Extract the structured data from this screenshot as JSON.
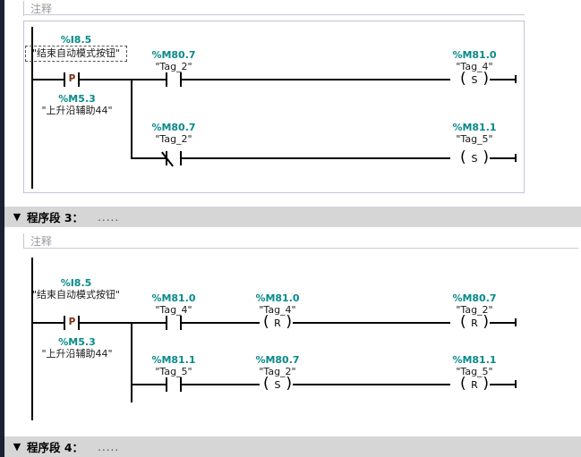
{
  "app": {
    "language": "zh-CN",
    "editor": "ladder-logic-editor"
  },
  "colors": {
    "tag_address": "#088a8a",
    "tag_name": "#1a1a1a",
    "header_bar": "#d6d6d6",
    "selected_network_border": "#c3c3dd",
    "gutter": "#1b2033",
    "p_contact_marker": "#7a2f13",
    "comment_placeholder": "#9a9a9a"
  },
  "icons": {
    "collapse": "▼"
  },
  "comment_placeholder": "注释",
  "networks": [
    {
      "id": "network-2",
      "header_visible": false,
      "selected": true,
      "comment": "注释",
      "rungs": [
        {
          "id": "rung-1",
          "elements": [
            {
              "kind": "contact-p",
              "marker": "P",
              "address": "%I8.5",
              "tag": "\"结束自动模式按钮\"",
              "selected": true,
              "below_address": "%M5.3",
              "below_tag": "\"上升沿辅助44\""
            },
            {
              "kind": "contact-no",
              "address": "%M80.7",
              "tag": "\"Tag_2\""
            },
            {
              "kind": "coil-set",
              "marker": "S",
              "address": "%M81.0",
              "tag": "\"Tag_4\""
            }
          ]
        },
        {
          "id": "rung-2",
          "elements": [
            {
              "kind": "contact-nc",
              "address": "%M80.7",
              "tag": "\"Tag_2\""
            },
            {
              "kind": "coil-set",
              "marker": "S",
              "address": "%M81.1",
              "tag": "\"Tag_5\""
            }
          ]
        }
      ]
    },
    {
      "id": "network-3",
      "header_visible": true,
      "header_label": "程序段 3：",
      "header_dots": ".....",
      "selected": false,
      "comment": "注释",
      "rungs": [
        {
          "id": "rung-1",
          "elements": [
            {
              "kind": "contact-p",
              "marker": "P",
              "address": "%I8.5",
              "tag": "\"结束自动模式按钮\"",
              "selected": false,
              "below_address": "%M5.3",
              "below_tag": "\"上升沿辅助44\""
            },
            {
              "kind": "contact-no",
              "address": "%M81.0",
              "tag": "\"Tag_4\""
            },
            {
              "kind": "coil-reset",
              "marker": "R",
              "address": "%M81.0",
              "tag": "\"Tag_4\""
            },
            {
              "kind": "coil-reset",
              "marker": "R",
              "address": "%M80.7",
              "tag": "\"Tag_2\""
            }
          ]
        },
        {
          "id": "rung-2",
          "elements": [
            {
              "kind": "contact-no",
              "address": "%M81.1",
              "tag": "\"Tag_5\""
            },
            {
              "kind": "coil-set",
              "marker": "S",
              "address": "%M80.7",
              "tag": "\"Tag_2\""
            },
            {
              "kind": "coil-reset",
              "marker": "R",
              "address": "%M81.1",
              "tag": "\"Tag_5\""
            }
          ]
        }
      ]
    },
    {
      "id": "network-4",
      "header_visible": true,
      "header_label": "程序段 4：",
      "header_dots": ".....",
      "selected": false
    }
  ]
}
